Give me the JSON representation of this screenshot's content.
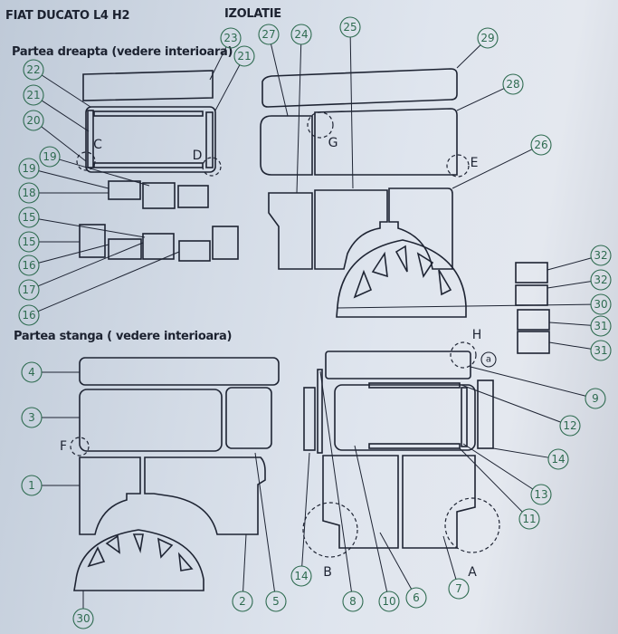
{
  "header": {
    "vehicle": "FIAT DUCATO L4 H2",
    "title": "IZOLATIE",
    "right_side": "Partea dreapta (vedere interioara)",
    "left_side": "Partea stanga ( vedere interioara)"
  },
  "callouts": [
    "23",
    "21",
    "27",
    "24",
    "25",
    "29",
    "28",
    "26",
    "22",
    "21",
    "20",
    "19",
    "19",
    "18",
    "15",
    "15",
    "16",
    "17",
    "16",
    "32",
    "32",
    "30",
    "31",
    "31",
    "4",
    "3",
    "1",
    "9",
    "12",
    "14",
    "13",
    "11",
    "2",
    "5",
    "14",
    "8",
    "10",
    "6",
    "7",
    "30"
  ],
  "markers": [
    "C",
    "D",
    "G",
    "E",
    "F",
    "H",
    "a",
    "B",
    "A"
  ]
}
